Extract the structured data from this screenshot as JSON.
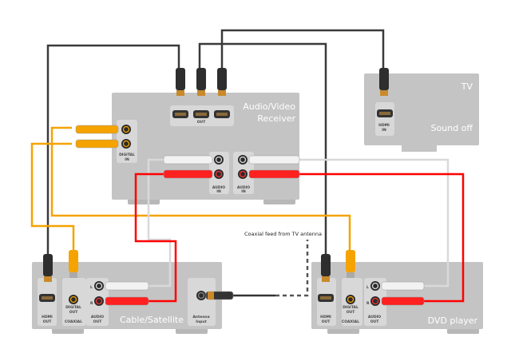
{
  "devices": {
    "receiver": {
      "title_line1": "Audio/Video",
      "title_line2": "Receiver",
      "hdmi_label": "OUT",
      "digital_label_1": "DIGITAL",
      "digital_label_2": "IN",
      "audio_in_a_1": "AUDIO",
      "audio_in_a_2": "IN",
      "audio_in_b_1": "AUDIO",
      "audio_in_b_2": "IN"
    },
    "tv": {
      "title": "TV",
      "status": "Sound off",
      "hdmi_label_1": "HDMI",
      "hdmi_label_2": "IN"
    },
    "cable": {
      "title": "Cable/Satellite",
      "hdmi_1": "HDMI",
      "hdmi_2": "OUT",
      "digital_1": "DIGITAL",
      "digital_2": "OUT",
      "coaxial": "COAXIAL",
      "audio_1": "AUDIO",
      "audio_2": "OUT",
      "left": "L",
      "right": "R",
      "antenna_1": "Antenna",
      "antenna_2": "Input"
    },
    "dvd": {
      "title": "DVD player",
      "hdmi_1": "HDMI",
      "hdmi_2": "OUT",
      "digital_1": "DIGITAL",
      "digital_2": "OUT",
      "coaxial": "COAXIAL",
      "audio_1": "AUDIO",
      "audio_2": "OUT",
      "left": "L",
      "right": "R"
    }
  },
  "annotation": "Coaxial feed from TV antenna",
  "colors": {
    "device": "#c4c4c4",
    "panel": "#d8d8d8",
    "hdmi_cable": "#3a3a3a",
    "coax_cable": "#f5a300",
    "audio_left": "#d9d9d9",
    "audio_right": "#ff0000"
  }
}
